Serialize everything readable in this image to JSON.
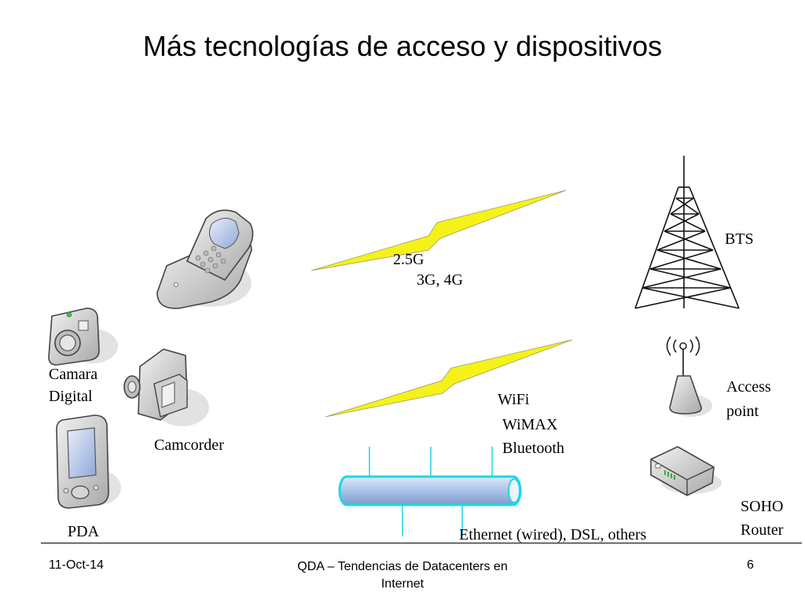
{
  "slide": {
    "title": "Más tecnologías de acceso y dispositivos"
  },
  "links": {
    "cellular": {
      "line1": "2.5G",
      "line2": "3G, 4G"
    },
    "wireless": {
      "line1": "WiFi",
      "line2": "WiMAX",
      "line3": "Bluetooth"
    },
    "wired": {
      "label": "Ethernet (wired), DSL, others"
    }
  },
  "devices": {
    "camera": {
      "line1": "Camara",
      "line2": "Digital"
    },
    "camcorder": {
      "label": "Camcorder"
    },
    "pda": {
      "label": "PDA"
    }
  },
  "infrastructure": {
    "bts": {
      "label": "BTS"
    },
    "access_point": {
      "line1": "Access",
      "line2": "point"
    },
    "router": {
      "line1": "SOHO",
      "line2": "Router"
    }
  },
  "footer": {
    "date": "11-Oct-14",
    "center_line1": "QDA – Tendencias de Datacenters en",
    "center_line2": "Internet",
    "page_number": "6"
  },
  "colors": {
    "lightning": "#f5f21a",
    "cable": "#a9c3e8",
    "cable_outline": "#1fd6e6",
    "device_gray": "#c8c8c8"
  },
  "icons": [
    "flip-phone-icon",
    "digital-camera-icon",
    "camcorder-icon",
    "pda-icon",
    "cell-tower-icon",
    "access-point-icon",
    "router-icon",
    "lightning-bolt-icon",
    "ethernet-cable-icon"
  ]
}
